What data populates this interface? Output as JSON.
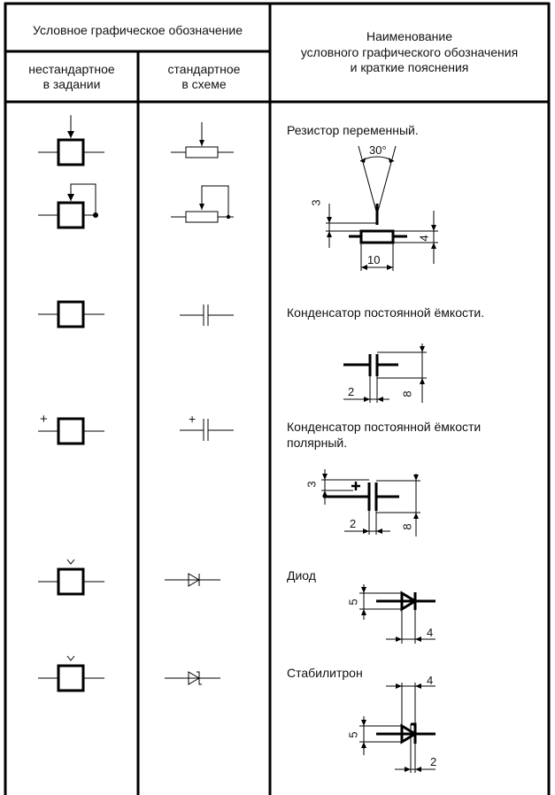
{
  "header": {
    "symbol_group": "Условное графическое обозначение",
    "col_nonstd_line1": "нестандартное",
    "col_nonstd_line2": "в задании",
    "col_std_line1": "стандартное",
    "col_std_line2": "в схеме",
    "name_line1": "Наименование",
    "name_line2": "условного графического обозначения",
    "name_line3": "и краткие пояснения"
  },
  "rows": [
    {
      "title": "Резистор переменный."
    },
    {
      "title": "Конденсатор постоянной ёмкости."
    },
    {
      "title_line1": "Конденсатор постоянной ёмкости",
      "title_line2": "полярный."
    },
    {
      "title": "Диод"
    },
    {
      "title": "Стабилитрон"
    }
  ],
  "dims": {
    "resistor_angle": "30°",
    "resistor_offset": "3",
    "resistor_height": "4",
    "resistor_width": "10",
    "cap_gap": "2",
    "cap_height": "8",
    "polar_plus_offset": "3",
    "polar_gap": "2",
    "polar_height": "8",
    "diode_height": "5",
    "diode_width": "4",
    "zener_width": "4",
    "zener_height": "5",
    "zener_bar": "2"
  },
  "marks": {
    "plus": "+",
    "arrow_v": "v"
  }
}
